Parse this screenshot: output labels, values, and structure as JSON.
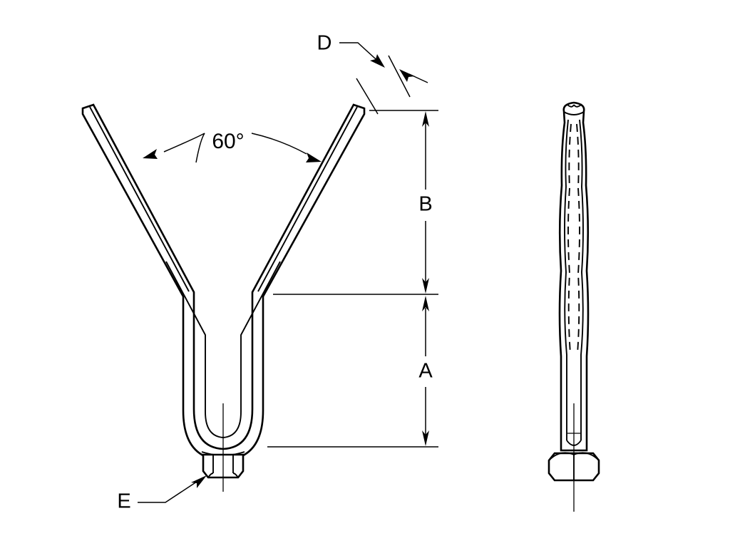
{
  "drawing": {
    "title": "Two-prong Y tool engineering drawing",
    "background_color": "#ffffff",
    "line_color": "#000000",
    "views": [
      {
        "name": "front-view",
        "label": ""
      },
      {
        "name": "side-view",
        "label": ""
      }
    ],
    "annotations": {
      "angle": {
        "name": "prong-spread-angle",
        "value": "60",
        "unit_symbol": "°",
        "text": "60°"
      },
      "dimension_a": {
        "name": "dimension-a",
        "text": "A",
        "description": "shank length from fork split to nut face"
      },
      "dimension_b": {
        "name": "dimension-b",
        "text": "B",
        "description": "prong height from tip to fork split"
      },
      "dimension_d": {
        "name": "dimension-d",
        "text": "D",
        "description": "prong thickness at tip"
      },
      "callout_e": {
        "name": "callout-e",
        "text": "E",
        "description": "hex nut across flats"
      }
    }
  }
}
